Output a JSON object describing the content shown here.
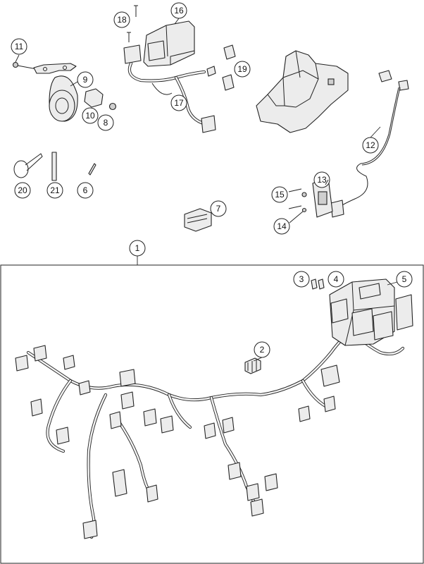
{
  "callouts": [
    {
      "id": "c1",
      "label": "1"
    },
    {
      "id": "c2",
      "label": "2"
    },
    {
      "id": "c3",
      "label": "3"
    },
    {
      "id": "c4",
      "label": "4"
    },
    {
      "id": "c5",
      "label": "5"
    },
    {
      "id": "c6",
      "label": "6"
    },
    {
      "id": "c7",
      "label": "7"
    },
    {
      "id": "c8",
      "label": "8"
    },
    {
      "id": "c9",
      "label": "9"
    },
    {
      "id": "c10",
      "label": "10"
    },
    {
      "id": "c11",
      "label": "11"
    },
    {
      "id": "c12",
      "label": "12"
    },
    {
      "id": "c13",
      "label": "13"
    },
    {
      "id": "c14",
      "label": "14"
    },
    {
      "id": "c15",
      "label": "15"
    },
    {
      "id": "c16",
      "label": "16"
    },
    {
      "id": "c17",
      "label": "17"
    },
    {
      "id": "c18",
      "label": "18"
    },
    {
      "id": "c19",
      "label": "19"
    },
    {
      "id": "c20",
      "label": "20"
    },
    {
      "id": "c21",
      "label": "21"
    }
  ]
}
